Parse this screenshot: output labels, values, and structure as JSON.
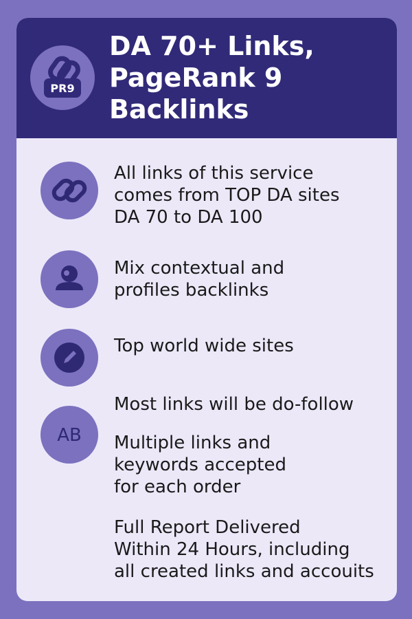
{
  "header": {
    "title": "DA 70+ Links,\nPageRank 9\nBacklinks",
    "badge_icon": "link-pr9-icon",
    "badge_text": "PR9"
  },
  "features": [
    {
      "icon": "link-icon",
      "text": "All links of this service\ncomes from TOP DA sites\nDA 70 to DA 100"
    },
    {
      "icon": "profile-icon",
      "text": "Mix contextual and\nprofiles backlinks"
    },
    {
      "icon": "pencil-icon",
      "text": "Top world wide sites"
    },
    {
      "icon": "ab-icon",
      "icon_text": "AB",
      "text": "Most links will be do-follow"
    },
    {
      "text": "Multiple links and\nkeywords accepted\nfor each order"
    },
    {
      "text": "Full Report Delivered\nWithin 24 Hours, including\nall created links and accouits"
    }
  ],
  "colors": {
    "page_background": "#7b71bf",
    "card_background": "#ece8f8",
    "header_background": "#312a78",
    "icon_circle": "#7b71bf",
    "icon_glyph": "#2f2873",
    "title_text": "#ffffff",
    "body_text": "#1a1a1a"
  }
}
